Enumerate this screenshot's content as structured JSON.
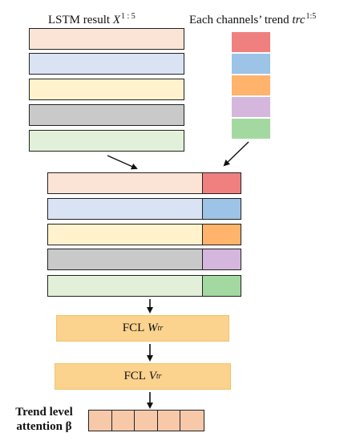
{
  "labels": {
    "lstm_title": "LSTM result",
    "lstm_symbol": "X",
    "lstm_sup": "1 : 5",
    "trend_title": "Each channels’ trend",
    "trend_symbol": "trc",
    "trend_sup": "1:5",
    "fcl_w_prefix": "FCL",
    "fcl_w_symbol": "W",
    "fcl_w_sub": "tr",
    "fcl_v_prefix": "FCL",
    "fcl_v_symbol": "V",
    "fcl_v_sub": "tr",
    "attention_line1": "Trend level",
    "attention_line2": "attention β"
  },
  "colors": {
    "lstm_rows": [
      "#fbe4d6",
      "#dae3f3",
      "#fff2cc",
      "#c9c9c9",
      "#e2f0d9"
    ],
    "trend_rows": [
      "#f08080",
      "#9dc3e6",
      "#ffb36b",
      "#d5b6dc",
      "#a3d9a0"
    ],
    "fcl_fill": "#fbd28e",
    "attention_fill": "#f8c9a9"
  },
  "attention_cells": 5
}
